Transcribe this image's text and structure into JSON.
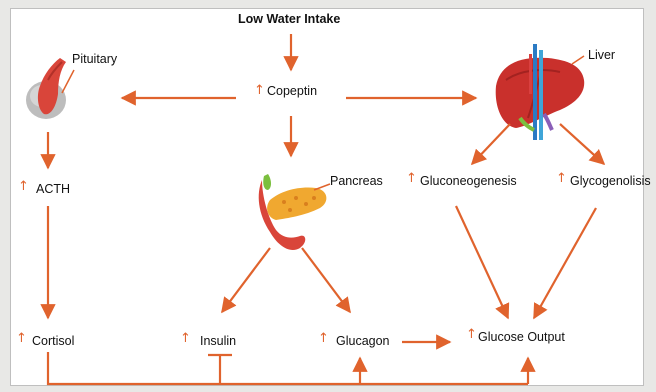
{
  "nodes": {
    "low_water_intake": "Low Water Intake",
    "copeptin": "Copeptin",
    "pituitary": "Pituitary",
    "liver": "Liver",
    "acth": "ACTH",
    "pancreas": "Pancreas",
    "gluconeogenesis": "Gluconeogenesis",
    "glycogenolisis": "Glycogenolisis",
    "cortisol": "Cortisol",
    "insulin": "Insulin",
    "glucagon": "Glucagon",
    "glucose_output": "Glucose Output"
  },
  "increase_marker": "↑",
  "colors": {
    "arrow": "#e0632d",
    "increase": "#e0632d",
    "text": "#111111",
    "pituitary_red": "#d9453a",
    "pituitary_gray": "#b9b9b9",
    "liver_red": "#c9302c",
    "pancreas_orange": "#f0a830",
    "pancreas_red": "#d9453a"
  }
}
